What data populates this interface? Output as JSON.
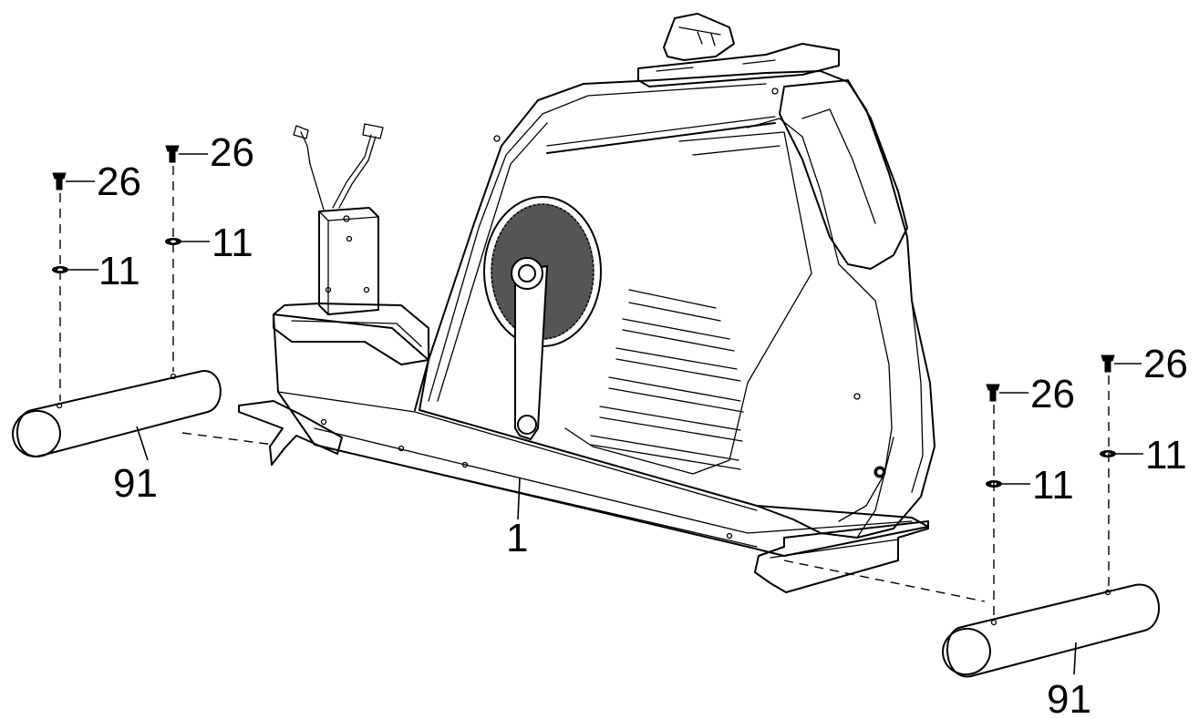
{
  "labels": {
    "frame": "1",
    "washer": "11",
    "bolt": "26",
    "stabilizer": "91"
  }
}
